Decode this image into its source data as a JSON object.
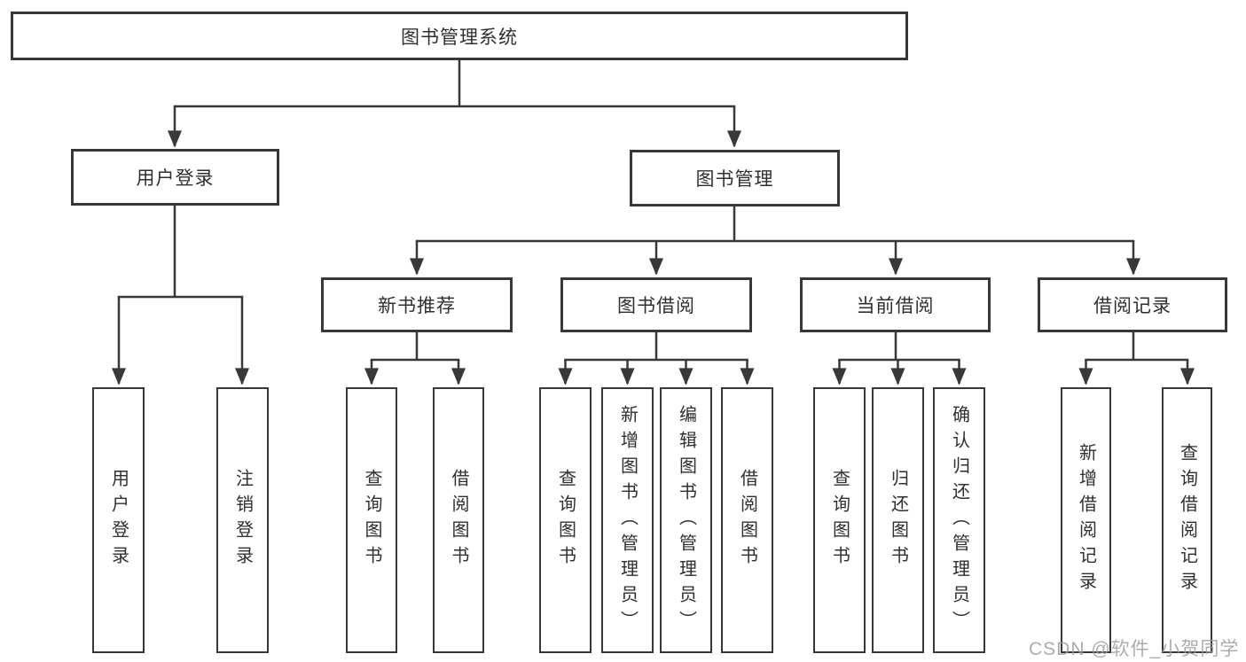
{
  "colors": {
    "line": "#383838",
    "box_border": "#383838",
    "box_fill": "#ffffff",
    "text": "#2f2f2f",
    "watermark": "#9e9e9e",
    "background": "#ffffff"
  },
  "watermark": {
    "text": "CSDN @软件_小贺同学"
  },
  "diagram": {
    "root": {
      "label": "图书管理系统"
    },
    "user_login": {
      "label": "用户登录",
      "children": [
        {
          "label": "用户登录"
        },
        {
          "label": "注销登录"
        }
      ]
    },
    "book_mgmt": {
      "label": "图书管理",
      "children": [
        {
          "label": "新书推荐",
          "children": [
            {
              "label": "查询图书"
            },
            {
              "label": "借阅图书"
            }
          ]
        },
        {
          "label": "图书借阅",
          "children": [
            {
              "label": "查询图书"
            },
            {
              "label": "新增图书（管理员）"
            },
            {
              "label": "编辑图书（管理员）"
            },
            {
              "label": "借阅图书"
            }
          ]
        },
        {
          "label": "当前借阅",
          "children": [
            {
              "label": "查询图书"
            },
            {
              "label": "归还图书"
            },
            {
              "label": "确认归还（管理员）"
            }
          ]
        },
        {
          "label": "借阅记录",
          "children": [
            {
              "label": "新增借阅记录"
            },
            {
              "label": "查询借阅记录"
            }
          ]
        }
      ]
    }
  }
}
